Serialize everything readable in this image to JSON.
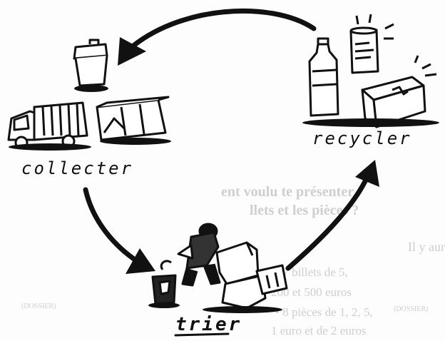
{
  "labels": {
    "collect": "collecter",
    "recycle": "recycler",
    "sort": "trier"
  },
  "bleed_through": {
    "line_1": "ent voulu te présenter",
    "line_2": "llets et les pièces ?",
    "line_3": "Il y aura",
    "line_4": "• 7 billets de 5,",
    "line_5": "200 et 500 euros",
    "line_6": "• 8 pièces de 1, 2, 5,",
    "line_7": "1 euro et de 2 euros",
    "line_8": "(DOSSIER)",
    "line_9": "(DOSSIER)"
  },
  "icons": [
    "trash-bin-icon",
    "garbage-truck-icon",
    "skip-container-icon",
    "plastic-bottle-icon",
    "can-icon",
    "carton-box-icon",
    "worker-sorting-icon",
    "sorting-bin-icon",
    "waste-bags-icon"
  ],
  "colors": {
    "ink": "#111111",
    "paper": "#fdfdfd",
    "bleed": "#cfcfcf"
  }
}
